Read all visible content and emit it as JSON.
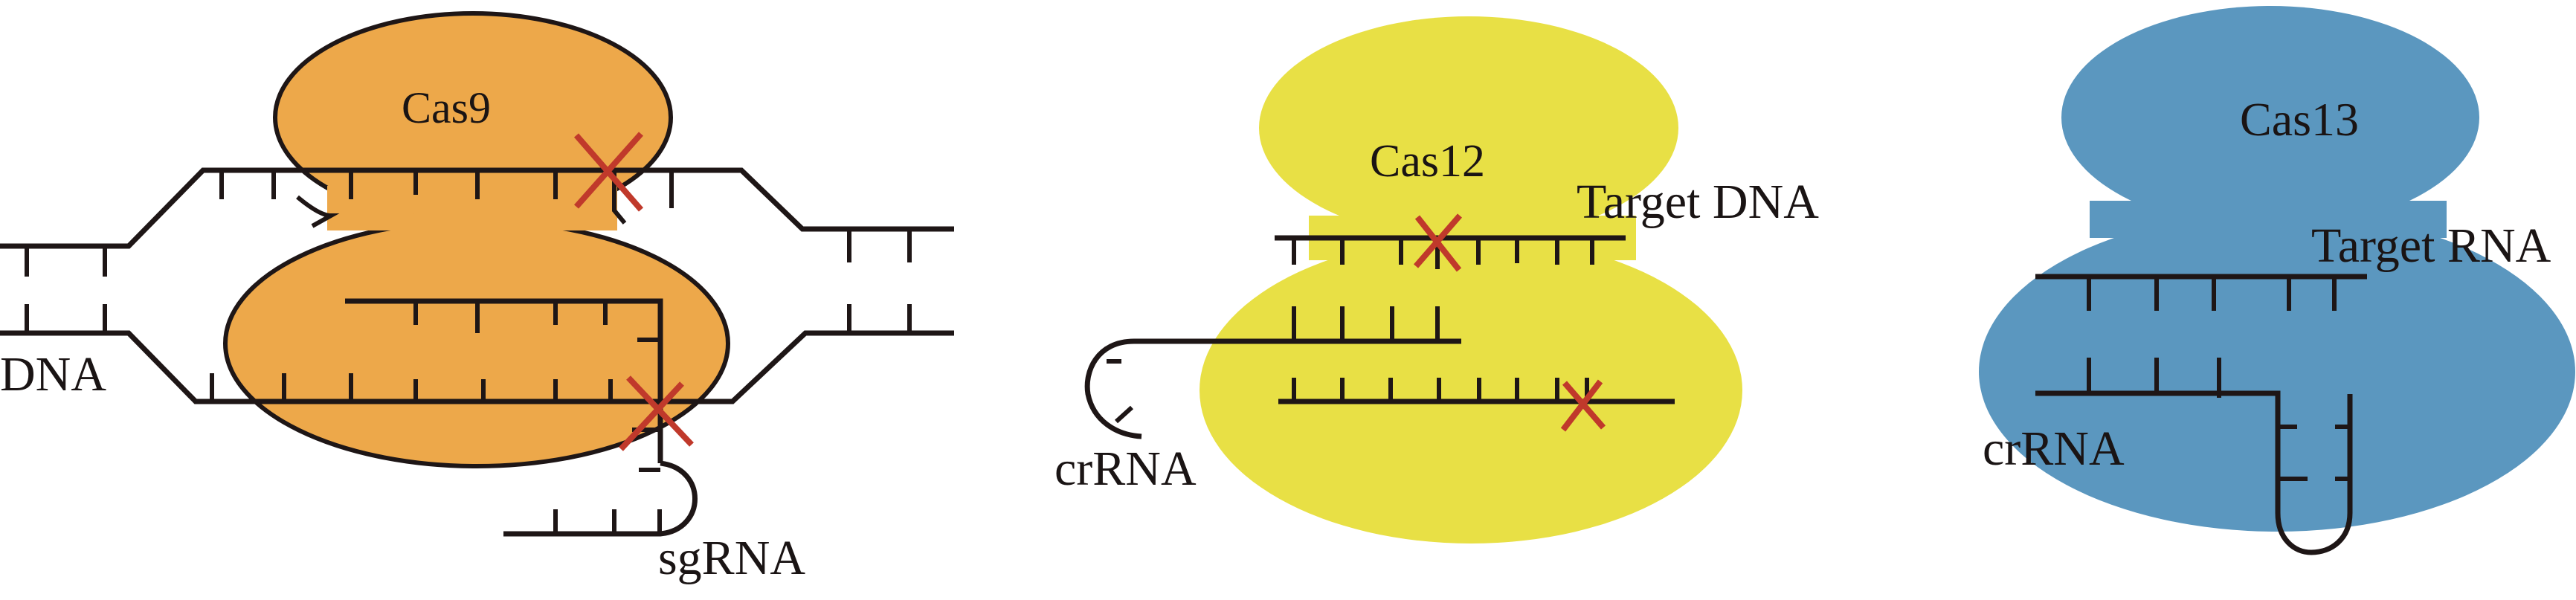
{
  "figure": {
    "panels": [
      {
        "id": "cas9",
        "protein_label": "Cas9",
        "protein_color": "#EDA84A",
        "nucleic_labels": {
          "dna": "DNA",
          "guide": "sgRNA"
        },
        "cleavage_sites": 2,
        "cut_marker_color": "#C0392B"
      },
      {
        "id": "cas12",
        "protein_label": "Cas12",
        "protein_color": "#E8E045",
        "nucleic_labels": {
          "target": "Target DNA",
          "guide": "crRNA"
        },
        "cleavage_sites": 2,
        "cut_marker_color": "#C0392B"
      },
      {
        "id": "cas13",
        "protein_label": "Cas13",
        "protein_color": "#5B97BF",
        "nucleic_labels": {
          "target": "Target RNA",
          "guide": "crRNA"
        },
        "cleavage_sites": 0
      }
    ]
  }
}
